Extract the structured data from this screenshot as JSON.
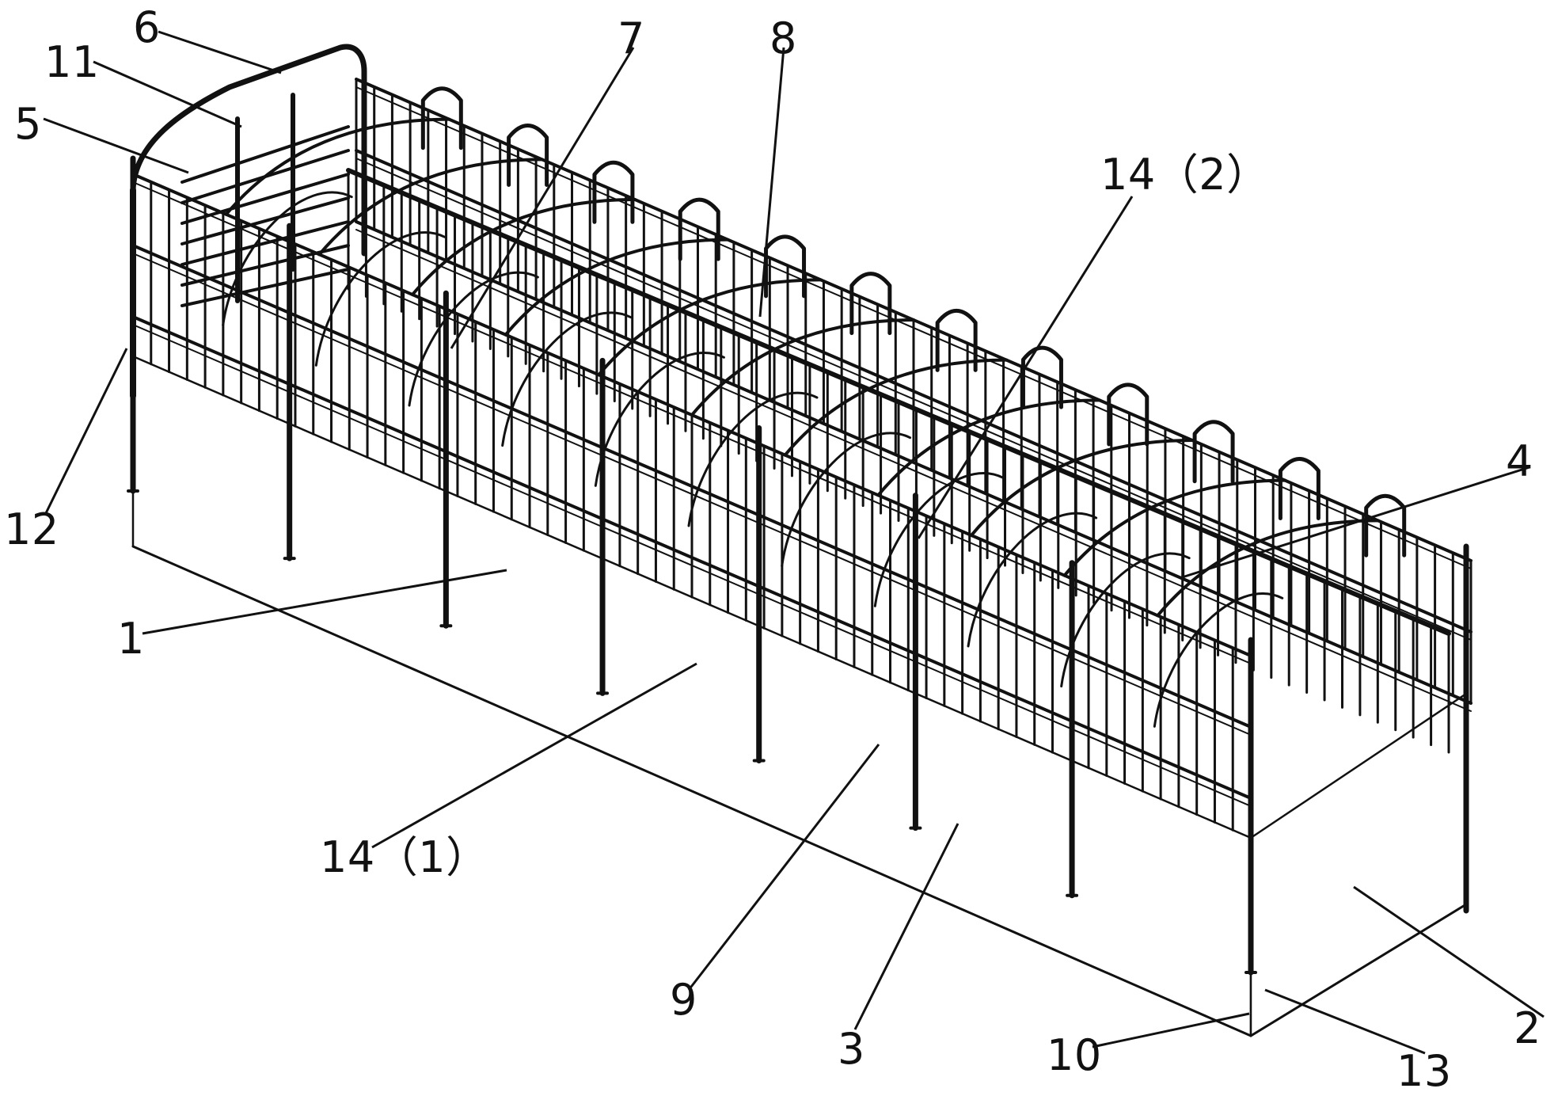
{
  "labels": [
    {
      "id": "l6",
      "text": "6"
    },
    {
      "id": "l11",
      "text": "11"
    },
    {
      "id": "l5",
      "text": "5"
    },
    {
      "id": "l7",
      "text": "7"
    },
    {
      "id": "l8",
      "text": "8"
    },
    {
      "id": "l14b",
      "text": "14（2）"
    },
    {
      "id": "l4",
      "text": "4"
    },
    {
      "id": "l12",
      "text": "12"
    },
    {
      "id": "l1",
      "text": "1"
    },
    {
      "id": "l14a",
      "text": "14（1）"
    },
    {
      "id": "l9",
      "text": "9"
    },
    {
      "id": "l3",
      "text": "3"
    },
    {
      "id": "l10",
      "text": "10"
    },
    {
      "id": "l13",
      "text": "13"
    },
    {
      "id": "l2",
      "text": "2"
    }
  ]
}
